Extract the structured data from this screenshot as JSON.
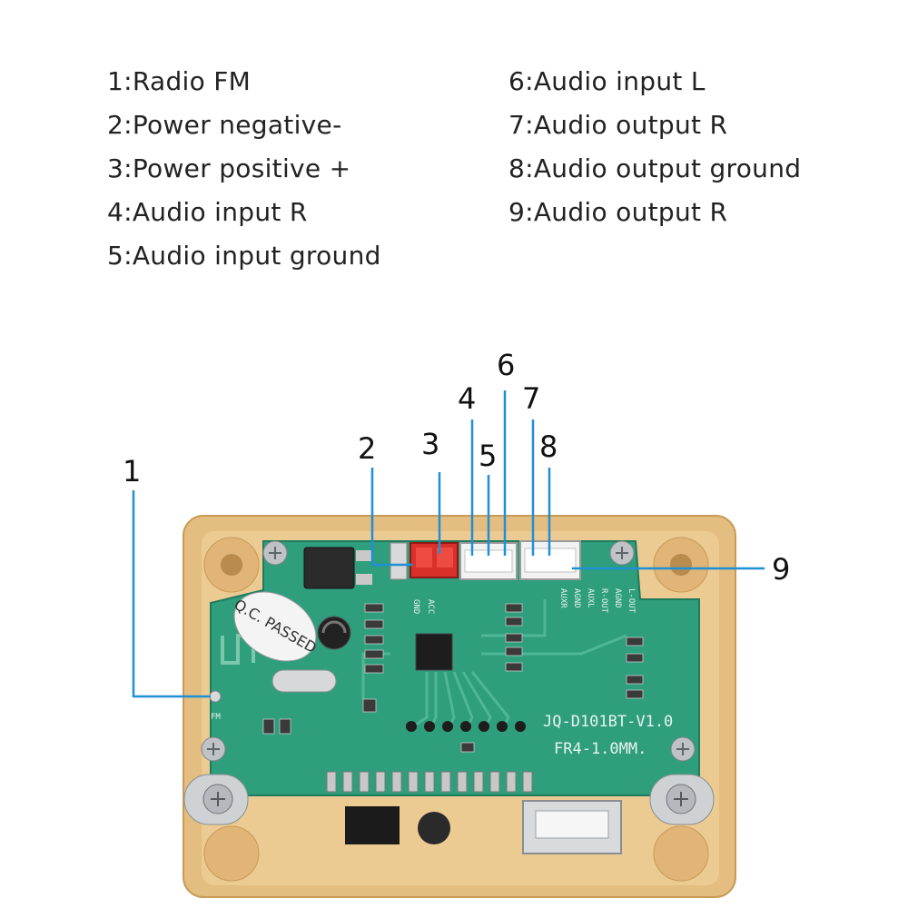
{
  "legend": {
    "left": [
      "1:Radio FM",
      "2:Power negative-",
      "3:Power positive +",
      "4:Audio input R",
      "5:Audio input ground"
    ],
    "right": [
      "6:Audio input L",
      "7:Audio output R",
      "8:Audio output ground",
      "9:Audio output R"
    ]
  },
  "callouts": [
    "1",
    "2",
    "3",
    "4",
    "5",
    "6",
    "7",
    "8",
    "9"
  ],
  "board": {
    "model": "JQ-D101BT-V1.0",
    "spec": "FR4-1.0MM.",
    "qc_sticker": "Q.C. PASSED",
    "pin_labels": [
      "GND",
      "ACC",
      "AUXR",
      "AGND",
      "AUXL",
      "R-OUT",
      "AGND",
      "L-OUT"
    ],
    "fm_label": "FM"
  },
  "colors": {
    "pcb": "#2e9e7c",
    "case": "#e8c48a",
    "leader": "#1f8fd6",
    "power_connector": "#d9302b"
  }
}
